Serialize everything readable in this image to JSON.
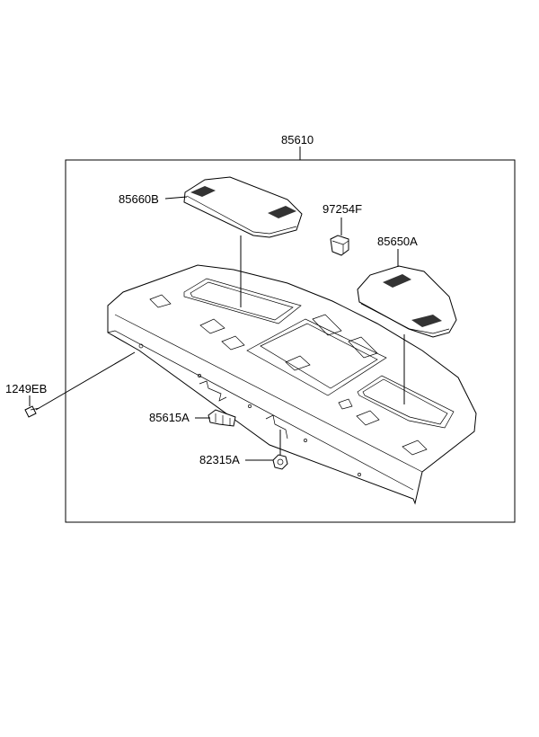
{
  "diagram": {
    "labels": {
      "assembly": "85610",
      "speaker_grille_left": "85660B",
      "clip": "97254F",
      "speaker_grille_right": "85650A",
      "screw": "1249EB",
      "bracket": "85615A",
      "fastener": "82315A"
    }
  }
}
